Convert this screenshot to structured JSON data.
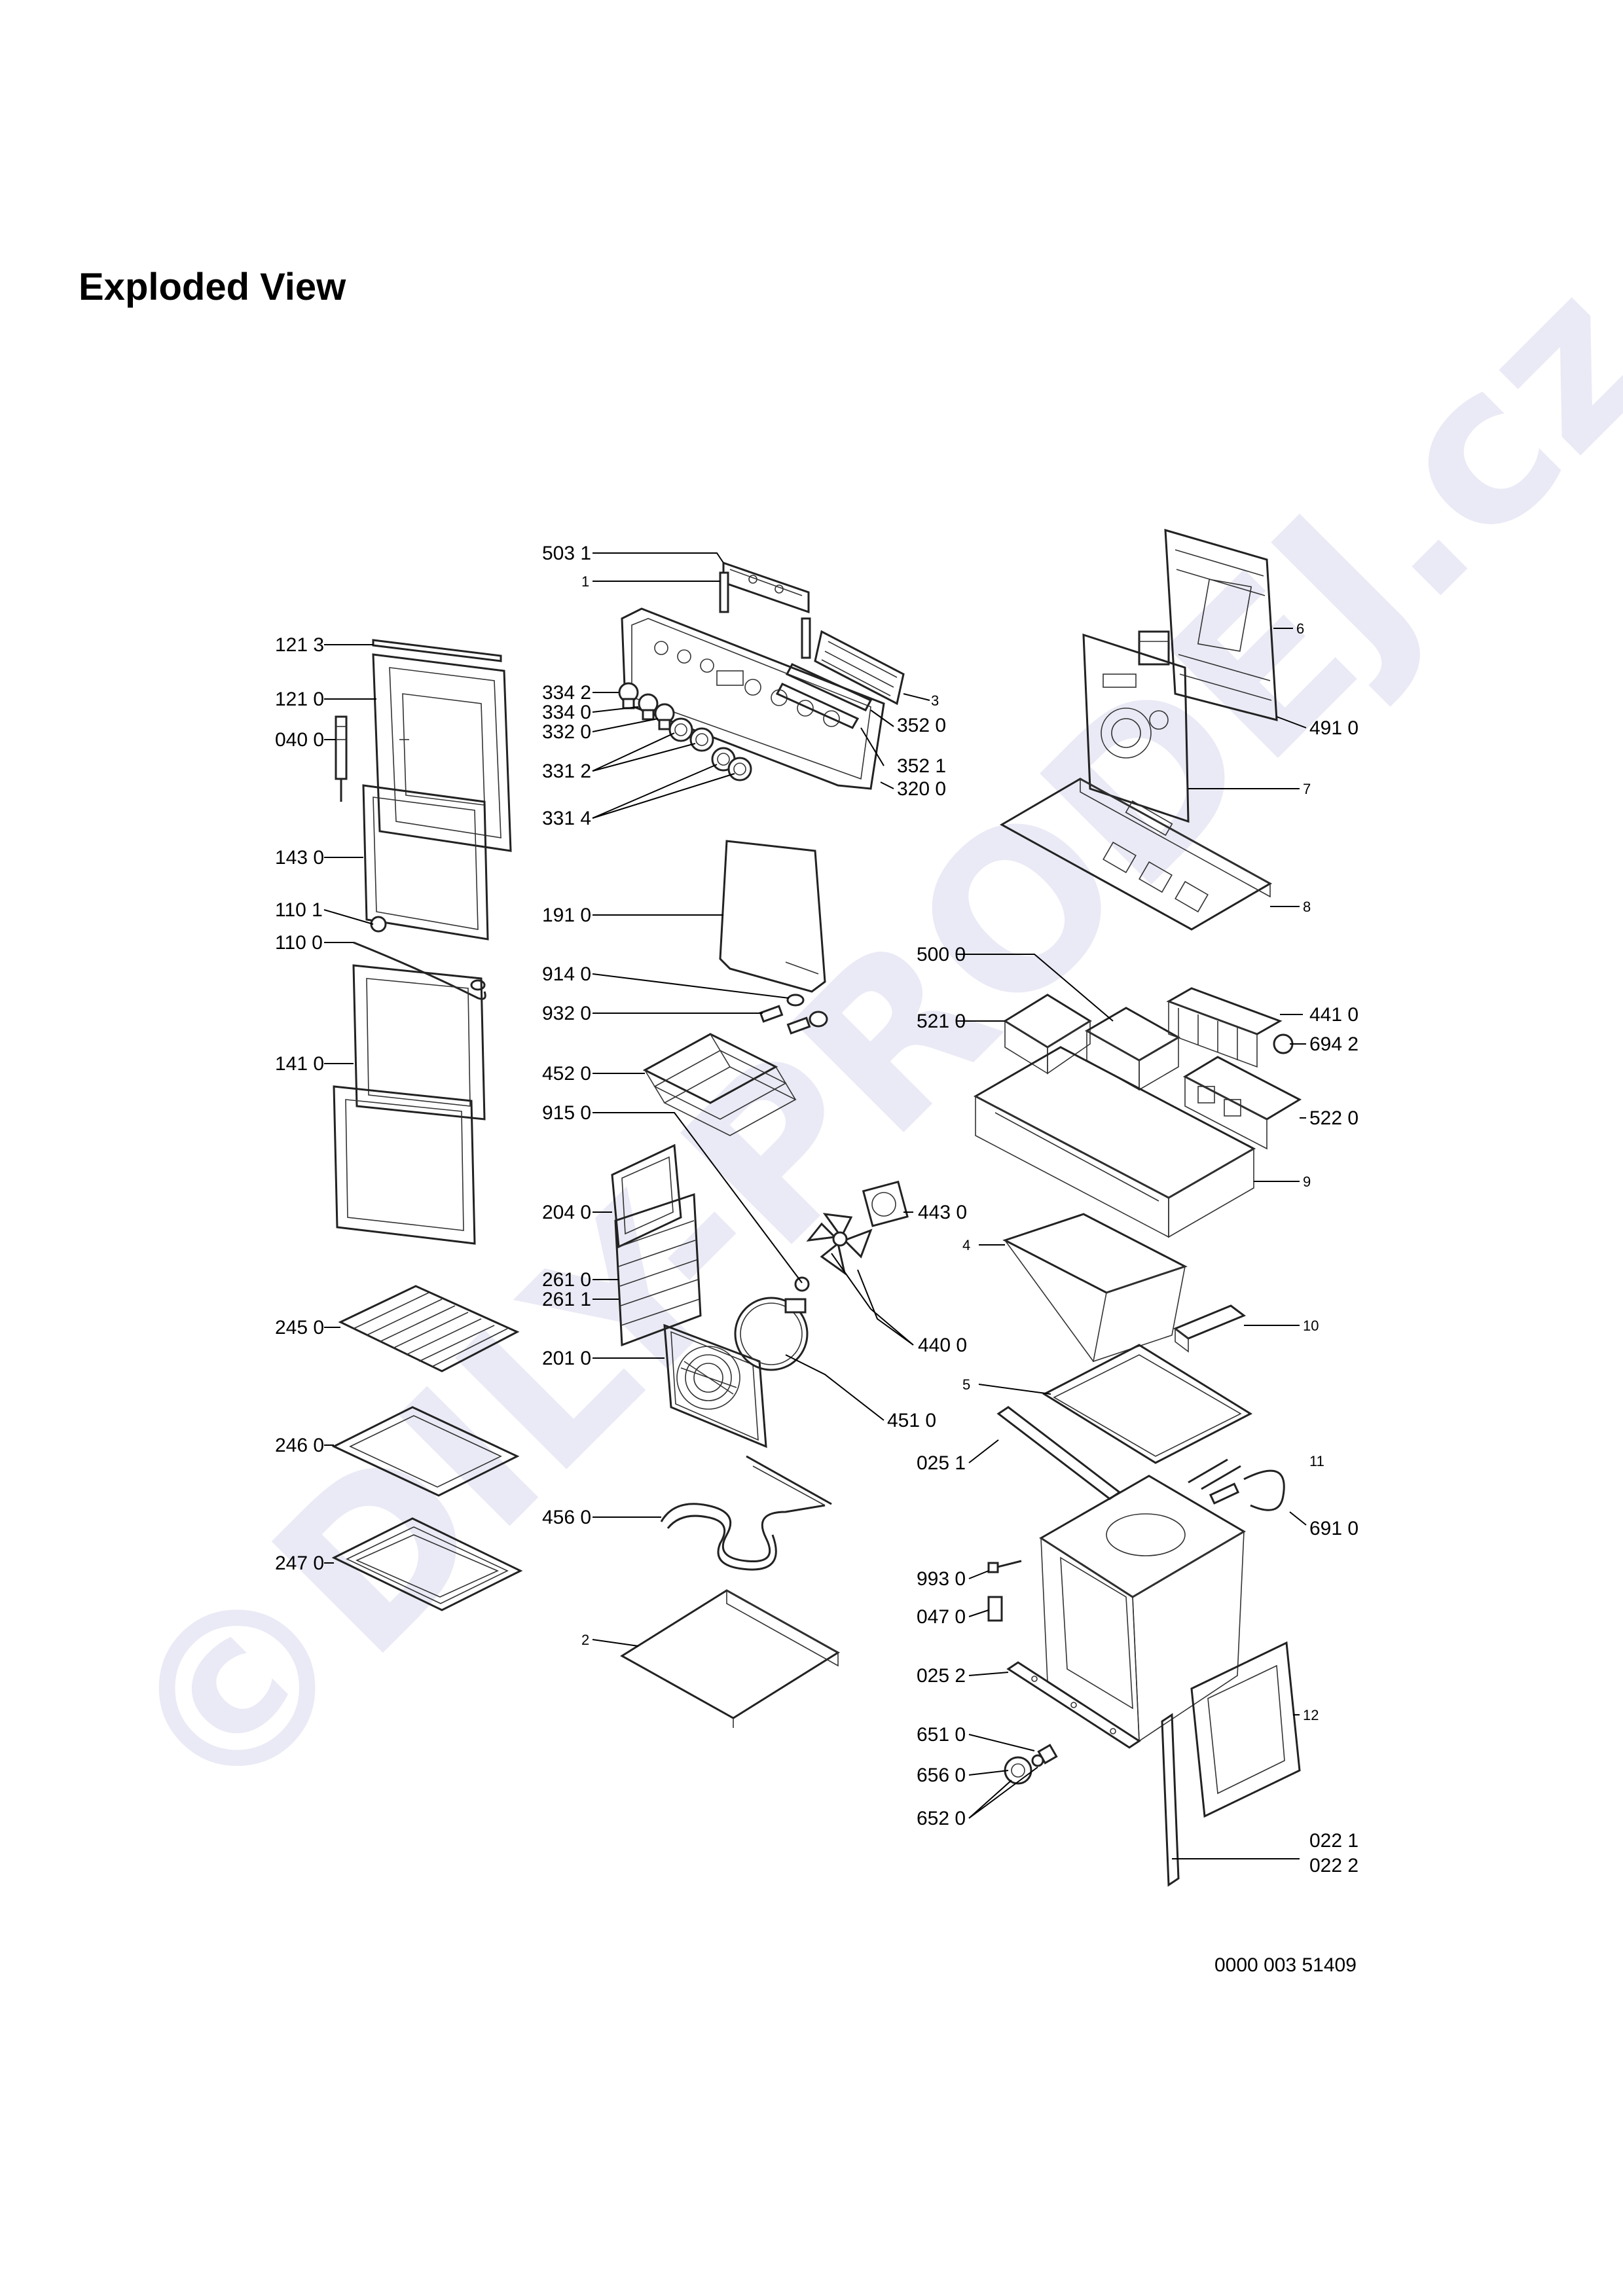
{
  "page": {
    "title": "Exploded View",
    "watermark": "©DILY-PRODEJ.cz",
    "document_number": "0000 003 51409"
  },
  "labels": {
    "l5031": "503 1",
    "l1": "1",
    "l1213": "121 3",
    "l1210": "121 0",
    "l0400": "040 0",
    "l3342": "334 2",
    "l3340": "334 0",
    "l3320": "332 0",
    "l3312": "331 2",
    "l3314": "331 4",
    "l3": "3",
    "l3520": "352 0",
    "l3521": "352 1",
    "l3200": "320 0",
    "l6": "6",
    "l4910": "491 0",
    "l7": "7",
    "l8": "8",
    "l1430": "143 0",
    "l1101": "110 1",
    "l1100": "110 0",
    "l1910": "191 0",
    "l9140": "914 0",
    "l9320": "932 0",
    "l4520": "452 0",
    "l9150": "915 0",
    "l1410": "141 0",
    "l5000": "500 0",
    "l5210": "521 0",
    "l4410": "441 0",
    "l6942": "694 2",
    "l5220": "522 0",
    "l9": "9",
    "l2040": "204 0",
    "l4430": "443 0",
    "l4": "4",
    "l2610": "261 0",
    "l2611": "261 1",
    "l2450": "245 0",
    "l2010": "201 0",
    "l4400": "440 0",
    "l10": "10",
    "l5": "5",
    "l4510": "451 0",
    "l2460": "246 0",
    "l0251": "025 1",
    "l11": "11",
    "l4560": "456 0",
    "l6910": "691 0",
    "l2470": "247 0",
    "l9930": "993 0",
    "l0470": "047 0",
    "l2": "2",
    "l0252": "025 2",
    "l12": "12",
    "l6510": "651 0",
    "l6560": "656 0",
    "l6520": "652 0",
    "l0221": "022 1",
    "l0222": "022 2"
  }
}
